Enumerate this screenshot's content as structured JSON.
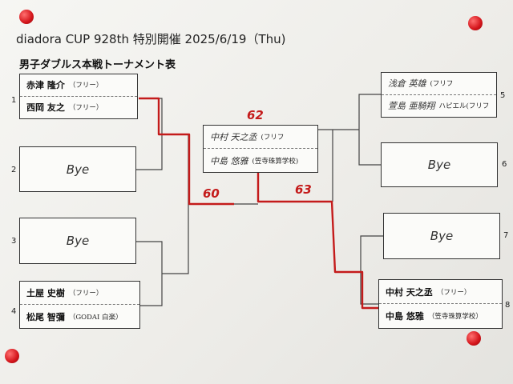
{
  "header": "diadora CUP 928th 特別開催 2025/6/19（Thu)",
  "title": "男子ダブルス本戦トーナメント表",
  "left": [
    {
      "num": "1",
      "p1": "赤津 隆介",
      "a1": "（フリー）",
      "p2": "西岡 友之",
      "a2": "（フリー）"
    },
    {
      "num": "2",
      "bye": "Bye"
    },
    {
      "num": "3",
      "bye": "Bye"
    },
    {
      "num": "4",
      "p1": "土屋 史樹",
      "a1": "（フリー）",
      "p2": "松尾 智彌",
      "a2": "（GODAI 白楽）"
    }
  ],
  "right": [
    {
      "num": "5",
      "p1": "浅倉 英雄",
      "a1": "(フリフ",
      "p2": "萱島 亜騎翔",
      "a2": "ハピエル(フリフ"
    },
    {
      "num": "6",
      "bye": "Bye"
    },
    {
      "num": "7",
      "bye": "Bye"
    },
    {
      "num": "8",
      "p1": "中村 天之丞",
      "a1": "（フリー）",
      "p2": "中島 悠雅",
      "a2": "（笠寺珠算学校）"
    }
  ],
  "final": {
    "p1": "中村 天之丞",
    "a1": "(フリフ",
    "p2": "中島 悠雅",
    "a2": "(笠寺珠算学校)"
  },
  "scores": {
    "top": "62",
    "left": "60",
    "right": "63"
  },
  "colors": {
    "bracket_win": "#c41b1b",
    "ink": "#333333"
  }
}
